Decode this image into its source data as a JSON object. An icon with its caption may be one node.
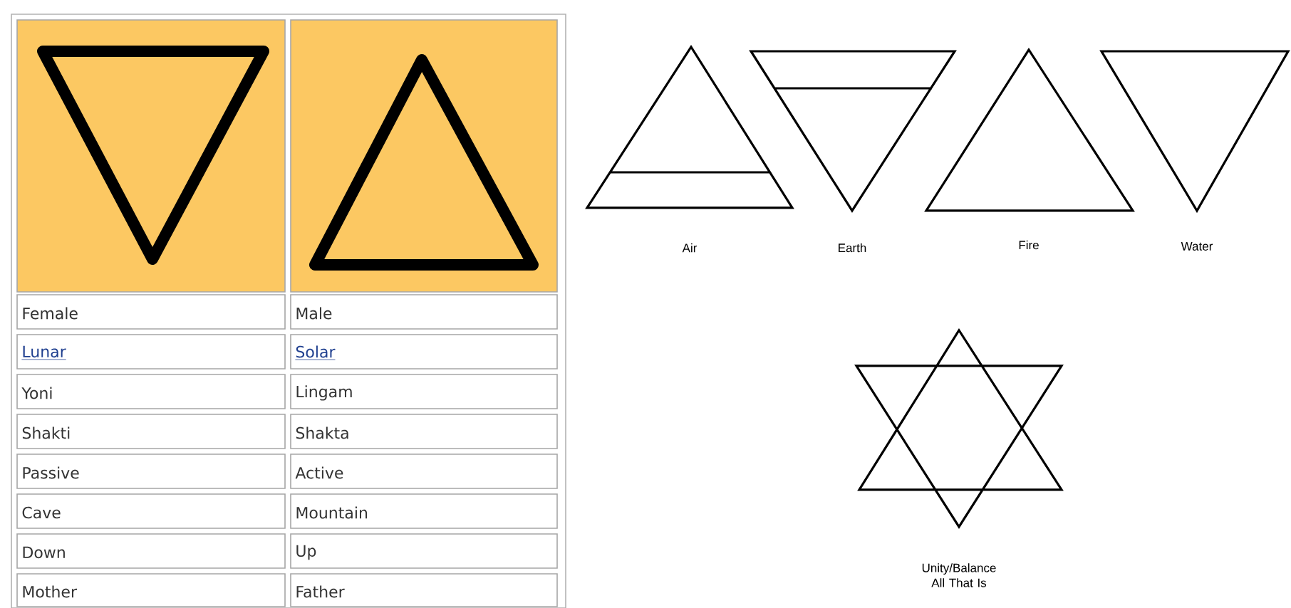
{
  "diagram": {
    "labels": [
      "Female",
      "Male",
      "Lunar",
      "Solar",
      "Yoni",
      "Lingam",
      "Shakti",
      "Shakta",
      "Passive",
      "Active",
      "Cave",
      "Mountain",
      "Down",
      "Up",
      "Mother",
      "Father",
      "Air",
      "Earth",
      "Fire",
      "Water",
      "Unity/Balance All That Is"
    ]
  }
}
